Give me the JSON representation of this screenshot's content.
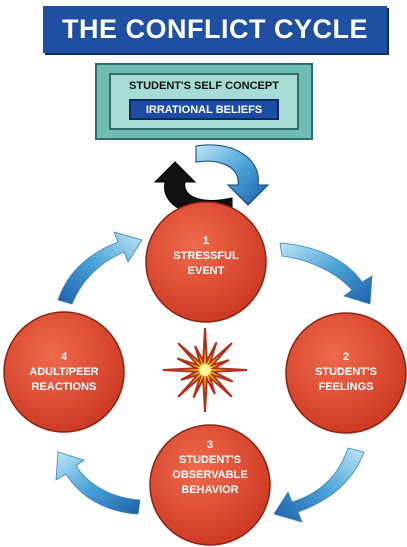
{
  "title": "THE CONFLICT CYCLE",
  "self_concept": {
    "label": "STUDENT'S SELF CONCEPT",
    "beliefs": "IRRATIONAL BELIEFS"
  },
  "nodes": [
    {
      "number": "1",
      "line1": "STRESSFUL",
      "line2": "EVENT",
      "line3": ""
    },
    {
      "number": "2",
      "line1": "STUDENT'S",
      "line2": "FEELINGS",
      "line3": ""
    },
    {
      "number": "3",
      "line1": "STUDENT'S",
      "line2": "OBSERVABLE",
      "line3": "BEHAVIOR"
    },
    {
      "number": "4",
      "line1": "ADULT/PEER",
      "line2": "REACTIONS",
      "line3": ""
    }
  ],
  "colors": {
    "banner": "#1f4fa0",
    "node_fill": "#e8442a",
    "arrow_blue": "#4aa3d8",
    "arrow_black": "#111111",
    "star": "#f2c400"
  }
}
